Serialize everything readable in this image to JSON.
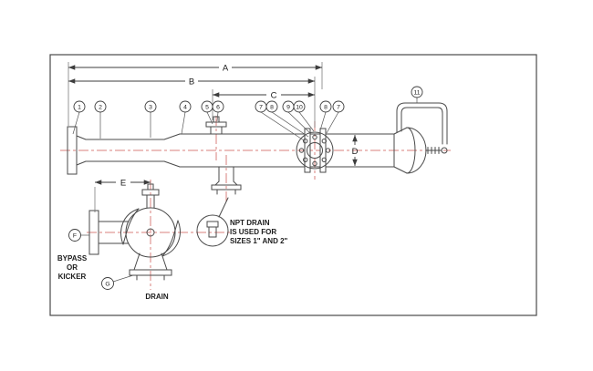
{
  "diagram": {
    "dims": {
      "a": "A",
      "b": "B",
      "c": "C",
      "d": "D",
      "e": "E"
    },
    "callouts": [
      "1",
      "2",
      "3",
      "4",
      "5",
      "6",
      "7",
      "8",
      "9",
      "10",
      "8",
      "7",
      "11"
    ],
    "part_labels": {
      "f": "F",
      "g": "G"
    },
    "notes": {
      "bypass_line1": "BYPASS",
      "bypass_line2": "OR",
      "bypass_line3": "KICKER",
      "drain": "DRAIN",
      "npt_line1": "NPT DRAIN",
      "npt_line2": "IS USED FOR",
      "npt_line3": "SIZES 1\" AND 2\""
    },
    "colors": {
      "line": "#4a4a4a",
      "centerline": "#d9827d"
    }
  }
}
